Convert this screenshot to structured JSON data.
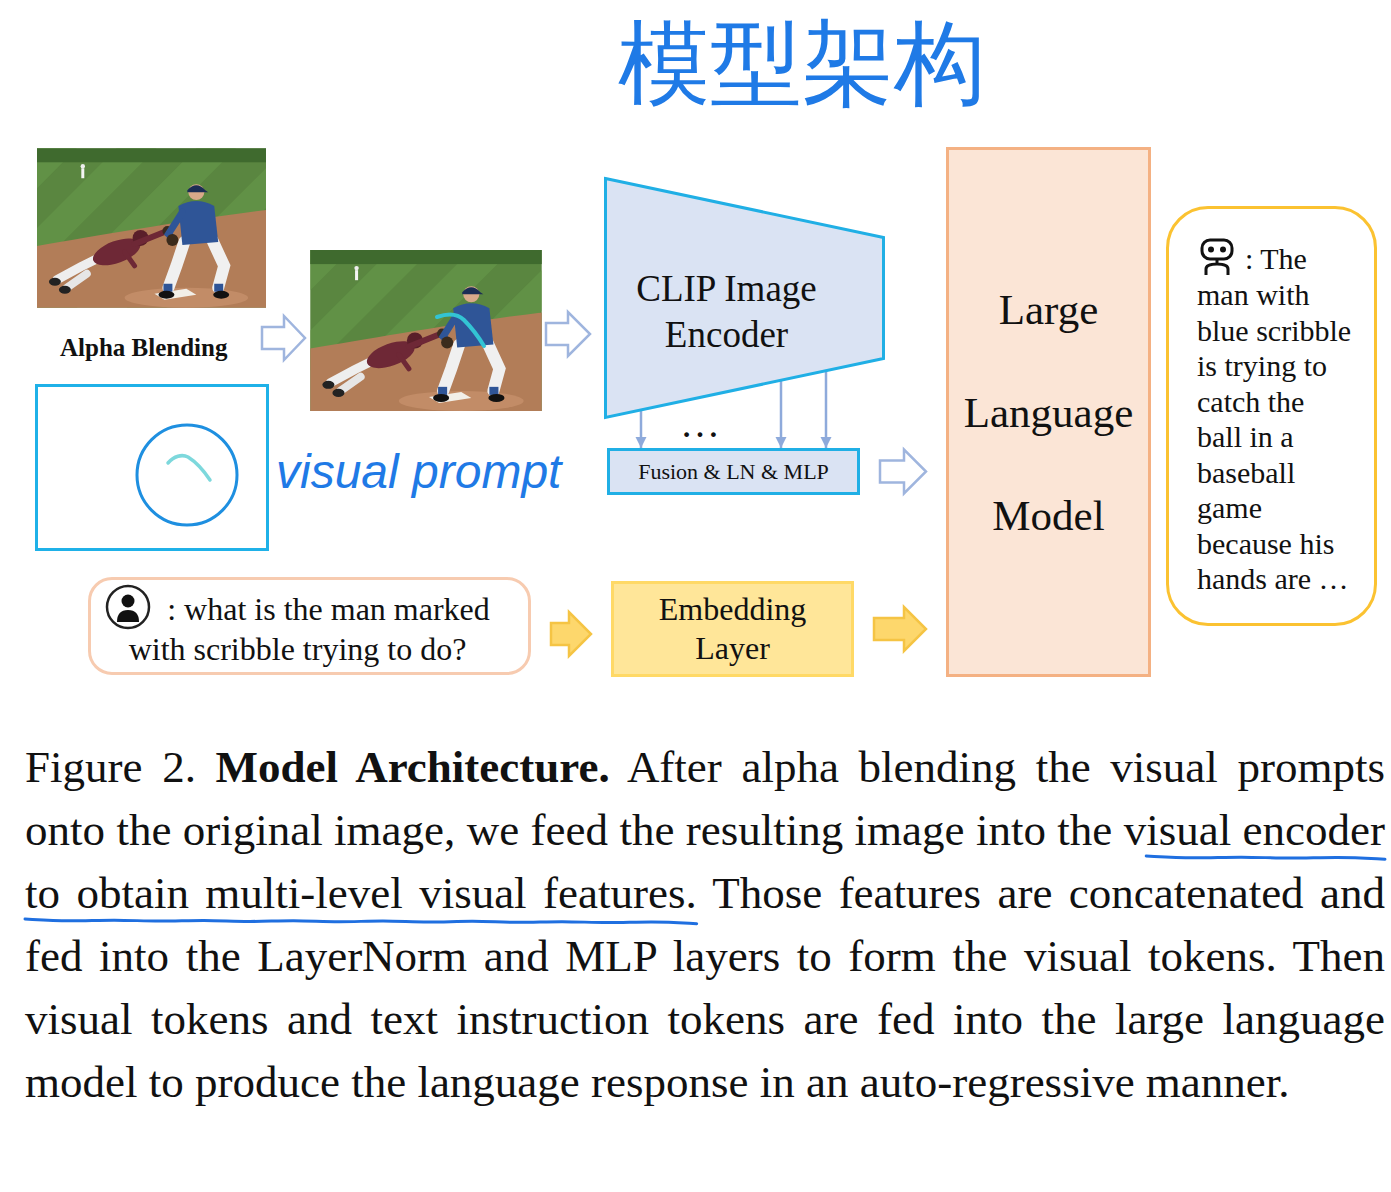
{
  "diagram": {
    "caption": "Figure 2. Model Architecture. After alpha blending the visual prompts onto the original image, we feed the resulting image into the visual encoder to obtain multi-level visual features. Those features are concatenated and fed into the LayerNorm and MLP layers to form the visual tokens. Then visual tokens and text instruction tokens are fed into the large language model to produce the language response in an auto-regressive manner.",
    "nodes": [
      {
        "text": [
          "CLIP Image Encoder"
        ]
      },
      {
        "text": [
          "Fusion & LN & MLP"
        ]
      },
      {
        "text": [
          "Large Language Model"
        ]
      },
      {
        "text": [
          ": The man with blue scribble is trying to catch the ball in a baseball game because his hands are …"
        ]
      },
      {
        "text": [
          ": what is the man marked with scribble trying to do?"
        ]
      },
      {
        "text": [
          "Embedding Layer"
        ]
      }
    ],
    "edges": [
      {
        "from": 0,
        "to": 1,
        "arrow": "to"
      },
      {
        "from": 0,
        "to": 1,
        "arrow": "to"
      },
      {
        "from": 0,
        "to": 1,
        "arrow": "to"
      },
      {
        "from": 1,
        "to": 2,
        "arrow": "to"
      },
      {
        "from": 4,
        "to": 5,
        "arrow": "to"
      },
      {
        "from": 5,
        "to": 2,
        "arrow": "to"
      }
    ],
    "labels": [
      "模型架构",
      "Alpha Blending",
      "visual prompt",
      "…"
    ]
  }
}
